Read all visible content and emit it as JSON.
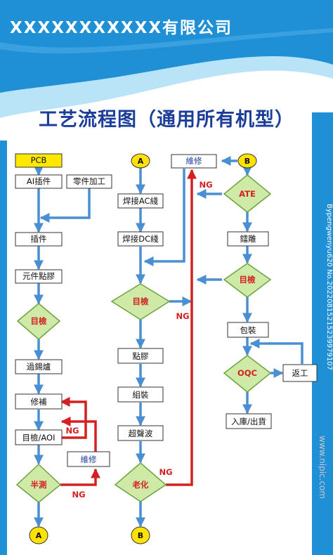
{
  "header": {
    "company": "XXXXXXXXXXX有限公司",
    "title": "工艺流程图（通用所有机型）"
  },
  "watermark": "Bypengwenyu620 No.20220815215239979107",
  "site_mark": "www.nipic.com",
  "colors": {
    "header_blue": "#1f8fd6",
    "light_band": "#b9e4f7",
    "title_blue": "#1c3d9c",
    "arrow_blue": "#4a8fd4",
    "ng_red": "#d42020",
    "diamond_fill": "#cfe9a6",
    "diamond_stroke": "#6aa33f",
    "terminal_fill": "#ffe200",
    "pcb_fill": "#ffe800"
  },
  "flow": {
    "col1": {
      "start": "PCB",
      "ai_insert": "AI插件",
      "parts_processing": "零件加工",
      "manual_insert": "插件",
      "glue": "元件點膠",
      "visual_inspect": "目檢",
      "wave_solder": "過錫爐",
      "repair": "修補",
      "visual_aoi": "目檢/AOI",
      "half_test": "半測",
      "maintenance": "維修",
      "ng_1": "NG",
      "ng_2": "NG",
      "connector_end": "A"
    },
    "col2": {
      "connector_start": "A",
      "weld_ac": "焊接AC綫",
      "weld_dc": "焊接DC綫",
      "visual_inspect": "目檢",
      "glue": "點膠",
      "assembly": "組裝",
      "ultrasonic": "超聲波",
      "aging": "老化",
      "ng_1": "NG",
      "ng_2": "NG",
      "ng_3": "NG",
      "connector_end": "B"
    },
    "col3": {
      "maintenance": "維修",
      "connector_start": "B",
      "ate": "ATE",
      "engrave": "鐳雕",
      "visual_inspect": "目檢",
      "pack": "包裝",
      "oqc": "OQC",
      "rework": "返工",
      "warehouse": "入庫/出貨"
    }
  }
}
